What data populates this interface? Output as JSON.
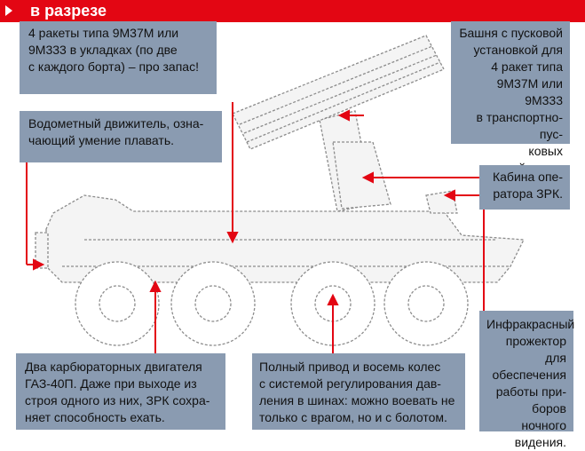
{
  "header": {
    "title": "в разрезе",
    "accent_color": "#e30613"
  },
  "callouts": {
    "rockets": "4 ракеты типа 9М37М или\n9М333 в укладках (по две\nс каждого борта) – про запас!",
    "turret": "Башня с пусковой\nустановкой для\n4 ракет типа\n9М37М или 9М333\nв транспортно-пус-\nковых контейнерах.",
    "waterjet": "Водометный движитель, озна-\nчающий умение плавать.",
    "cabin": "Кабина опе-\nратора ЗРК.",
    "engines": "Два карбюраторных двигателя\nГАЗ-40П. Даже при выходе из\nстроя одного из них, ЗРК сохра-\nняет способность ехать.",
    "drive": "Полный привод и восемь колес\nс системой регулирования дав-\nления в шинах: можно воевать не\nтолько с врагом, но и с болотом.",
    "infrared": "Инфракрасный\nпрожектор для\nобеспечения\nработы при-\nборов ночного\nвидения."
  },
  "colors": {
    "callout_bg": "#8a9bb1",
    "pointer": "#e30613",
    "line_art": "#8c8c8c"
  }
}
